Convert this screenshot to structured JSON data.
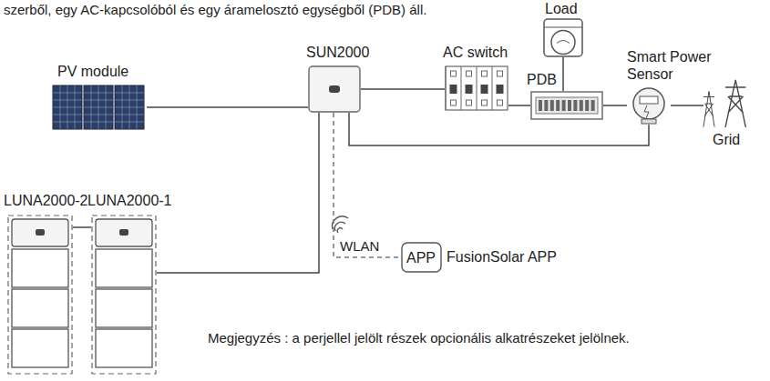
{
  "diagram": {
    "nodes": [
      {
        "text": [
          "PV module"
        ]
      },
      {
        "text": [
          "SUN2000"
        ]
      },
      {
        "text": [
          "AC switch"
        ]
      },
      {
        "text": [
          "Load"
        ]
      },
      {
        "text": [
          "PDB"
        ]
      },
      {
        "text": [
          "Smart Power Sensor"
        ]
      },
      {
        "text": [
          "Grid"
        ]
      },
      {
        "text": [
          "LUNA2000-2"
        ]
      },
      {
        "text": [
          "LUNA2000-1"
        ]
      },
      {
        "text": [
          "APP",
          "FusionSolar APP"
        ]
      }
    ],
    "edges": [
      {
        "from": 0,
        "to": 1,
        "arrow": "none"
      },
      {
        "from": 1,
        "to": 2,
        "arrow": "none"
      },
      {
        "from": 2,
        "to": 4,
        "arrow": "none"
      },
      {
        "from": 4,
        "to": 3,
        "arrow": "none"
      },
      {
        "from": 4,
        "to": 5,
        "arrow": "none"
      },
      {
        "from": 5,
        "to": 6,
        "arrow": "none"
      },
      {
        "from": 1,
        "to": 5,
        "arrow": "none"
      },
      {
        "from": 1,
        "to": 8,
        "arrow": "none"
      },
      {
        "from": 8,
        "to": 7,
        "arrow": "none"
      },
      {
        "from": 1,
        "to": 9,
        "label": "WLAN",
        "arrow": "none"
      }
    ],
    "labels": [
      "szerből, egy AC-kapcsolóból és egy áramelosztó egységből (PDB) áll.",
      "Megjegyzés : a perjellel jelölt részek opcionális alkatrészeket jelölnek."
    ]
  }
}
